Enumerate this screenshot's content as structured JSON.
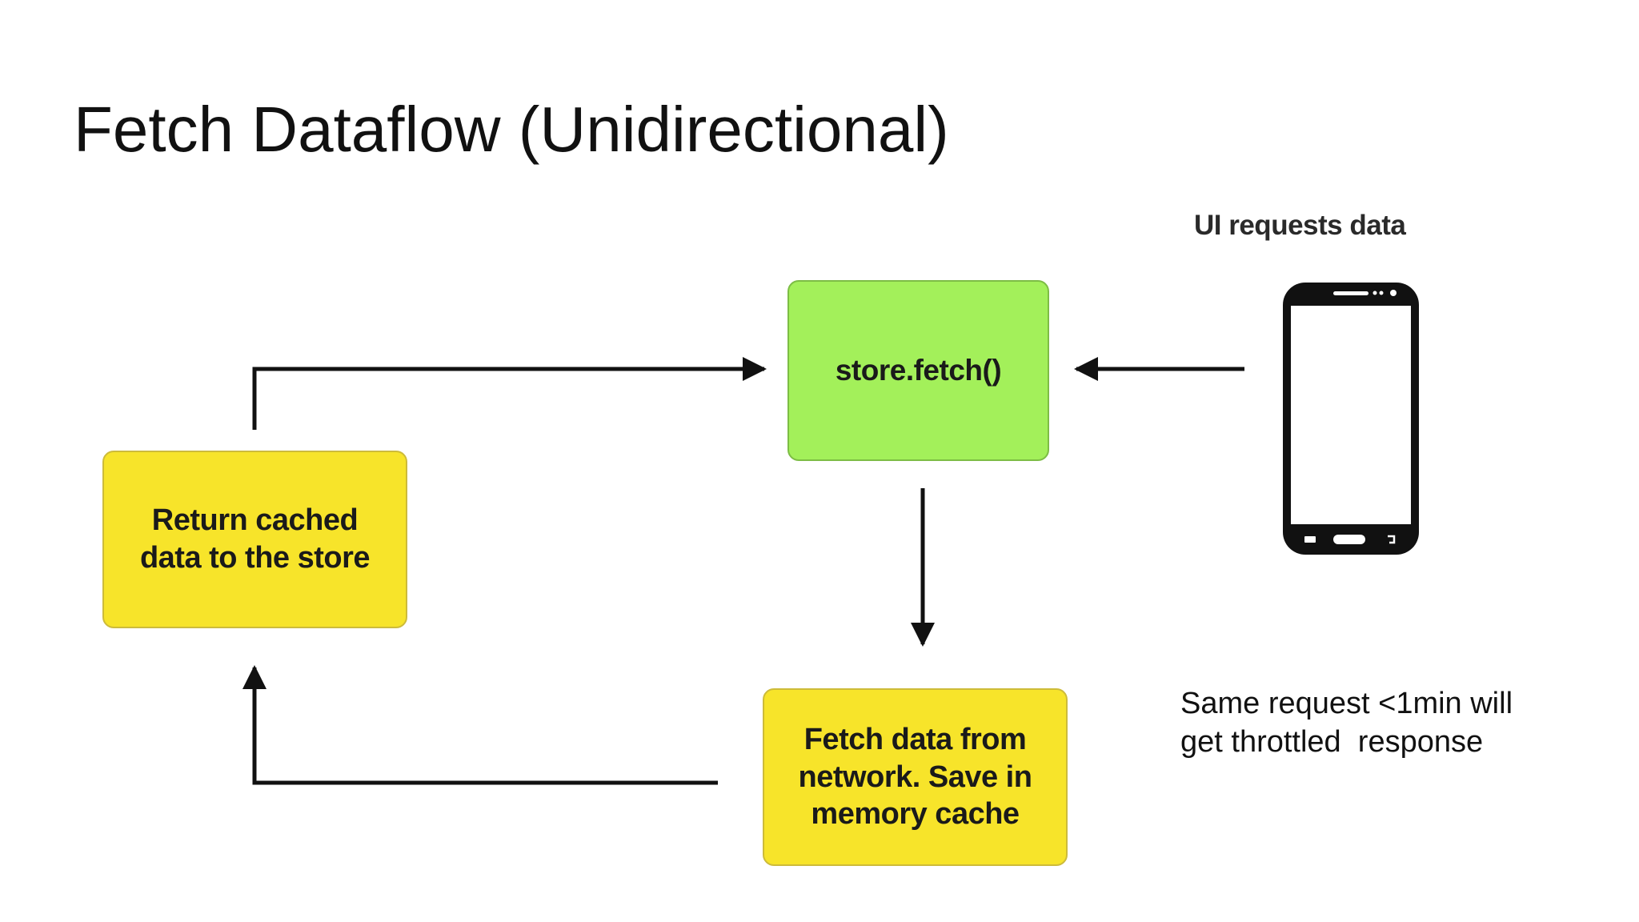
{
  "slide": {
    "title": "Fetch Dataflow (Unidirectional)"
  },
  "diagram": {
    "nodes": {
      "store_fetch": {
        "label": "store.fetch()",
        "color": "#a3f05a"
      },
      "return_cached": {
        "label": "Return cached\ndata to the store",
        "color": "#f7e42a"
      },
      "fetch_network": {
        "label": "Fetch data from\nnetwork. Save in\nmemory cache",
        "color": "#f7e42a"
      }
    },
    "ui_caption": "UI requests data",
    "device_icon": "smartphone-icon",
    "note": "Same request <1min will\nget throttled  response"
  }
}
